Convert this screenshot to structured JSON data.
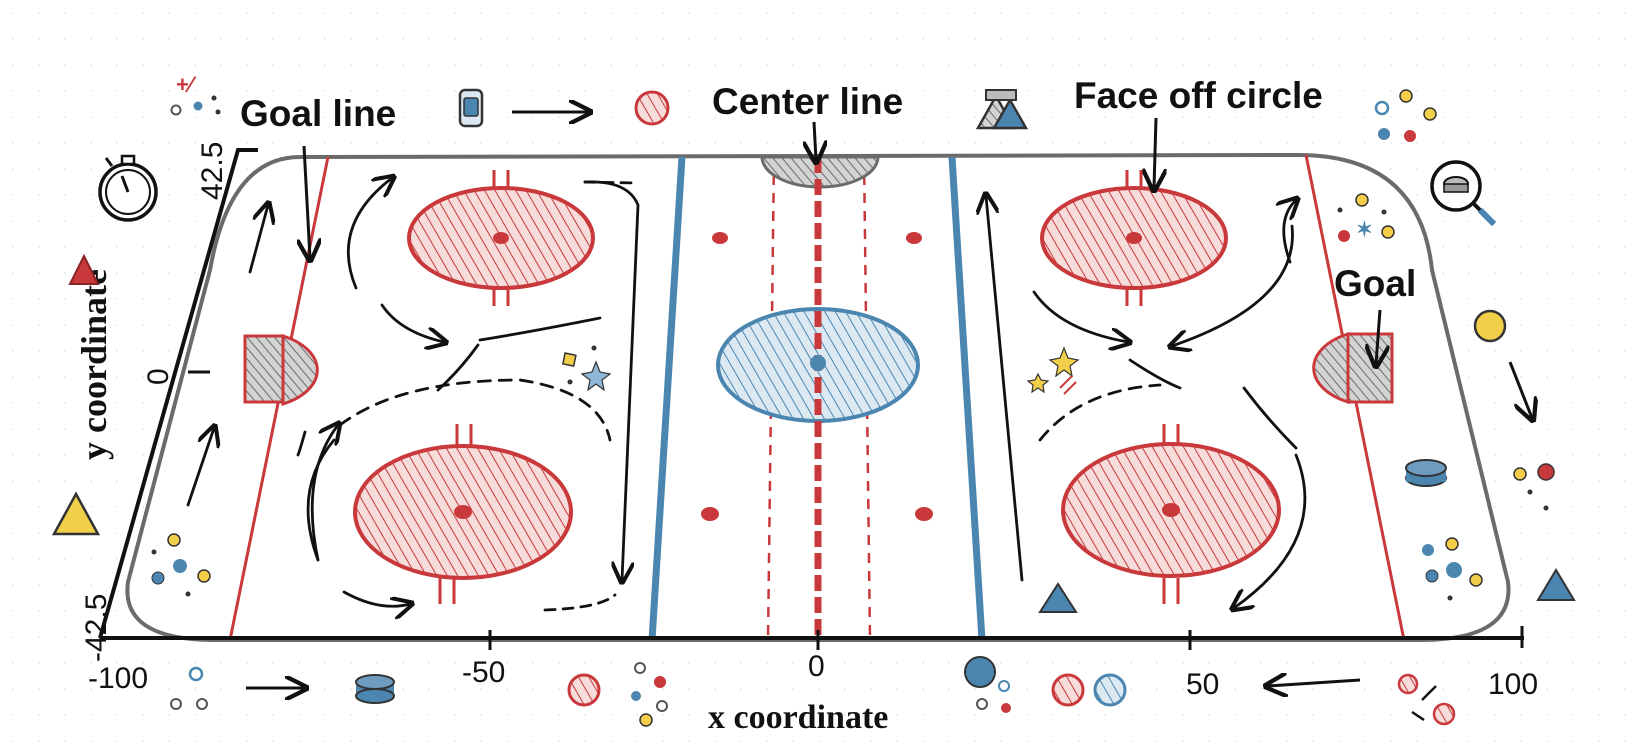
{
  "labels": {
    "goal_line": "Goal line",
    "center_line": "Center line",
    "face_off_circle": "Face off circle",
    "goal": "Goal"
  },
  "axes": {
    "x_title": "x coordinate",
    "y_title": "y coordinate",
    "x_ticks": [
      "-100",
      "-50",
      "0",
      "50",
      "100"
    ],
    "y_ticks": [
      "42.5",
      "0",
      "-42.5"
    ]
  },
  "colors": {
    "red": "#c9393b",
    "blue": "#4a86b0",
    "gray": "#6b6b6b",
    "yellow": "#f2cf4a",
    "ink": "#111111"
  }
}
